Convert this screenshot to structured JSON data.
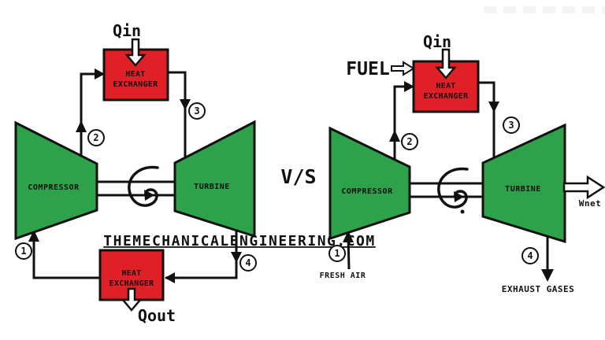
{
  "watermark": {
    "text": "THEMECHANICALENGINEERING.COM"
  },
  "comparison": {
    "label": "V/S"
  },
  "closed_cycle": {
    "compressor_label": "COMPRESSOR",
    "turbine_label": "TURBINE",
    "heater": {
      "line1": "HEAT",
      "line2": "EXCHANGER"
    },
    "cooler": {
      "line1": "HEAT",
      "line2": "EXCHANGER"
    },
    "heat_in_label": "Qin",
    "heat_out_label": "Qout",
    "states": {
      "s1": "1",
      "s2": "2",
      "s3": "3",
      "s4": "4"
    }
  },
  "open_cycle": {
    "compressor_label": "COMPRESSOR",
    "turbine_label": "TURBINE",
    "heater": {
      "line1": "HEAT",
      "line2": "EXCHANGER"
    },
    "heat_in_label": "Qin",
    "fuel_label": "FUEL",
    "fresh_air_label": "FRESH AIR",
    "exhaust_label": "EXHAUST GASES",
    "net_work_label": "Wnet",
    "states": {
      "s1": "1",
      "s2": "2",
      "s3": "3",
      "s4": "4"
    }
  },
  "colors": {
    "component_green": "#2ea24b",
    "exchanger_red": "#df2127",
    "vs_red": "#c9252b",
    "line_black": "#111111",
    "watermark_gray": "#c9c9c9",
    "faint_tile": "#f4f4f4"
  }
}
